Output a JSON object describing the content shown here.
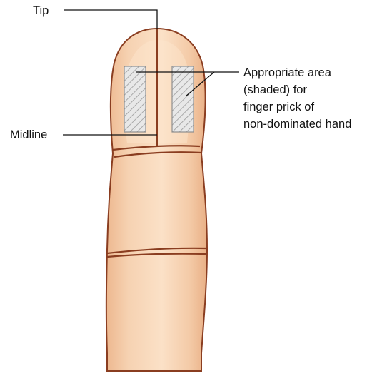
{
  "labels": {
    "tip": "Tip",
    "midline": "Midline",
    "area_lines": [
      "Appropriate area",
      "(shaded) for",
      "finger prick of",
      "non-dominated hand"
    ]
  },
  "colors": {
    "skin_light": "#f9dcc0",
    "skin_mid": "#f1c29c",
    "skin_shade": "#e7ad84",
    "outline": "#8a3d20",
    "crease": "#8a3d20",
    "hatch": "#9a9a9a",
    "hatch_fill": "#e6e6e6",
    "leader": "#111111"
  }
}
